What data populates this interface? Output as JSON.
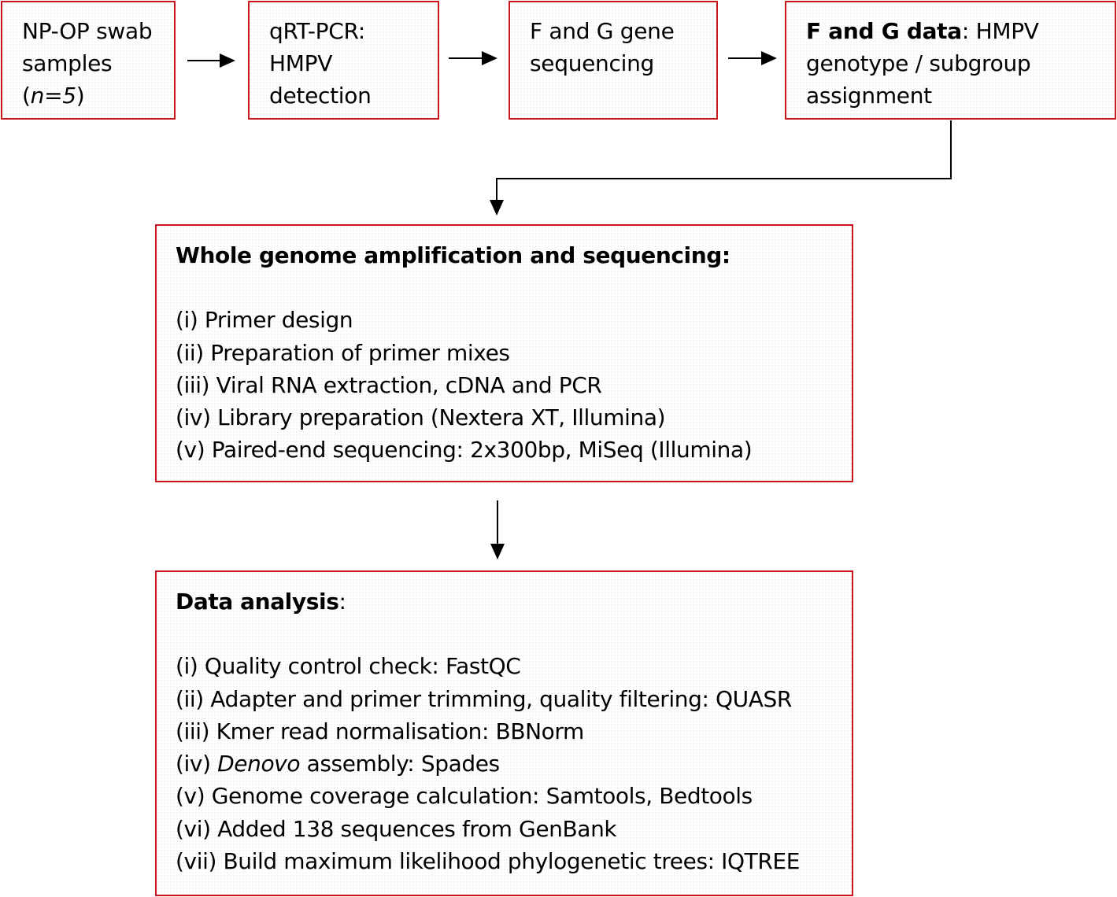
{
  "top_boxes": {
    "samples": {
      "line1": "NP-OP swab",
      "line2": "samples",
      "n_open": "(",
      "n_italic": "n=5",
      "n_close": ")"
    },
    "qrtpcr": {
      "line1": "qRT-PCR:",
      "line2": "HMPV",
      "line3": "detection"
    },
    "fg_seq": {
      "line1": "F and G gene",
      "line2": "sequencing"
    },
    "fg_data": {
      "bold": "F and G data",
      "rest1": ": HMPV",
      "line2": "genotype / subgroup",
      "line3": "assignment"
    }
  },
  "wga": {
    "title": "Whole genome amplification and sequencing:",
    "steps": [
      "(i) Primer design",
      "(ii) Preparation of primer mixes",
      "(iii) Viral RNA extraction, cDNA and PCR",
      "(iv) Library preparation (Nextera XT, Illumina)",
      "(v) Paired-end sequencing: 2x300bp, MiSeq (Illumina)"
    ]
  },
  "analysis": {
    "title_bold": "Data analysis",
    "title_colon": ":",
    "step1": "(i) Quality control check: FastQC",
    "step2": "(ii) Adapter and primer trimming, quality filtering: QUASR",
    "step3": "(iii) Kmer read normalisation: BBNorm",
    "step4_prefix": "(iv) ",
    "step4_italic": "Denovo",
    "step4_rest": " assembly: Spades",
    "step5": "(v) Genome coverage calculation: Samtools, Bedtools",
    "step6": "(vi) Added 138 sequences from GenBank",
    "step7": "(vii) Build maximum likelihood phylogenetic trees: IQTREE"
  },
  "colors": {
    "box_border": "#c8161d",
    "arrow": "#000000"
  }
}
